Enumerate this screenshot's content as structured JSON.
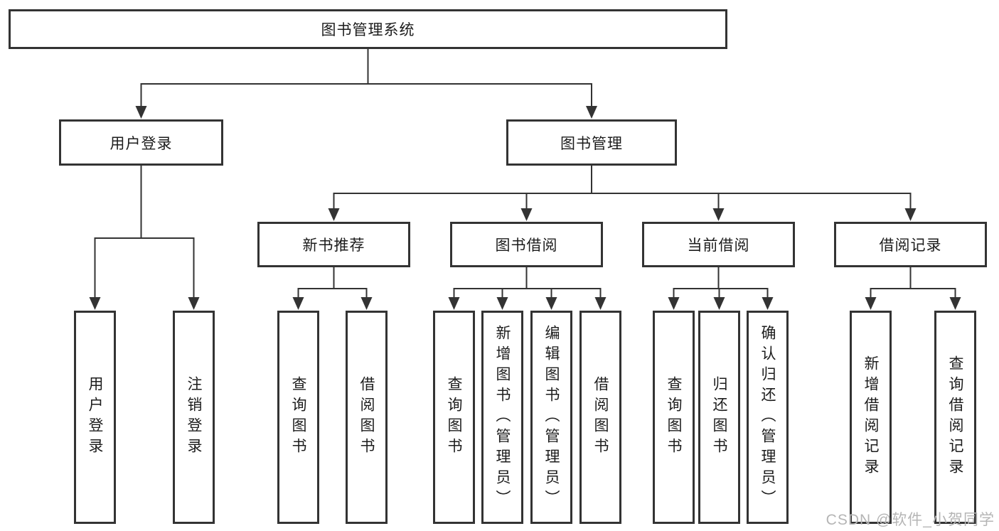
{
  "diagram_type": "hierarchy-tree",
  "colors": {
    "line": "#333333",
    "box_border": "#333333",
    "box_fill": "#ffffff",
    "text": "#1c1c1c",
    "watermark": "#b5b5b5",
    "background": "#ffffff"
  },
  "tree": {
    "label": "图书管理系统",
    "children": [
      {
        "label": "用户登录",
        "children": [
          {
            "label": "用户登录"
          },
          {
            "label": "注销登录"
          }
        ]
      },
      {
        "label": "图书管理",
        "children": [
          {
            "label": "新书推荐",
            "children": [
              {
                "label": "查询图书"
              },
              {
                "label": "借阅图书"
              }
            ]
          },
          {
            "label": "图书借阅",
            "children": [
              {
                "label": "查询图书"
              },
              {
                "label": "新增图书（管理员）"
              },
              {
                "label": "编辑图书（管理员）"
              },
              {
                "label": "借阅图书"
              }
            ]
          },
          {
            "label": "当前借阅",
            "children": [
              {
                "label": "查询图书"
              },
              {
                "label": "归还图书"
              },
              {
                "label": "确认归还（管理员）"
              }
            ]
          },
          {
            "label": "借阅记录",
            "children": [
              {
                "label": "新增借阅记录"
              },
              {
                "label": "查询借阅记录"
              }
            ]
          }
        ]
      }
    ]
  },
  "watermark": "CSDN @软件_小贺同学"
}
